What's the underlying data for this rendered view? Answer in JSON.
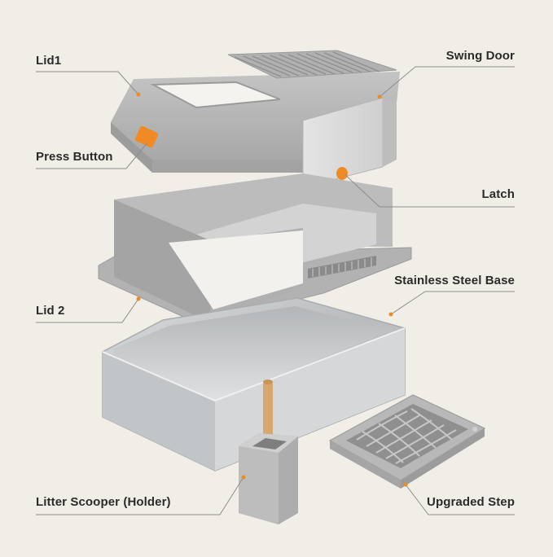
{
  "callouts": {
    "lid1": "Lid1",
    "press_button": "Press Button",
    "lid2": "Lid 2",
    "litter_scooper": "Litter Scooper (Holder)",
    "swing_door": "Swing Door",
    "latch": "Latch",
    "stainless_base": "Stainless Steel Base",
    "upgraded_step": "Upgraded Step"
  },
  "colors": {
    "background": "#f1eee7",
    "plastic_gray": "#a9a9a9",
    "steel": "#c9cbcc",
    "accent_orange": "#f08a24",
    "label_text": "#2b2b2b",
    "leader_line": "#8d8d8d"
  }
}
